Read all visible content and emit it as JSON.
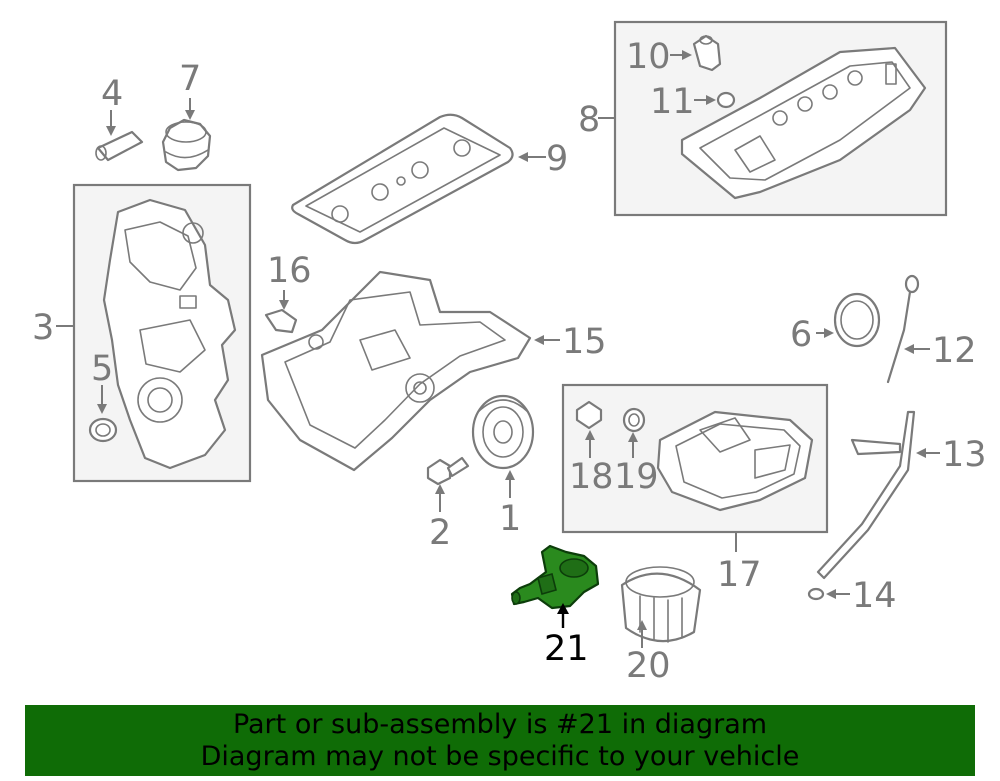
{
  "diagram": {
    "callouts": {
      "c1": "1",
      "c2": "2",
      "c3": "3",
      "c4": "4",
      "c5": "5",
      "c6": "6",
      "c7": "7",
      "c8": "8",
      "c9": "9",
      "c10": "10",
      "c11": "11",
      "c12": "12",
      "c13": "13",
      "c14": "14",
      "c15": "15",
      "c16": "16",
      "c17": "17",
      "c18": "18",
      "c19": "19",
      "c20": "20",
      "c21": "21"
    },
    "highlight_color": "#2a8a1e"
  },
  "banner": {
    "line1": "Part or sub-assembly is #21 in diagram",
    "line2": "Diagram may not be specific to your vehicle",
    "background": "#0f6c06"
  }
}
